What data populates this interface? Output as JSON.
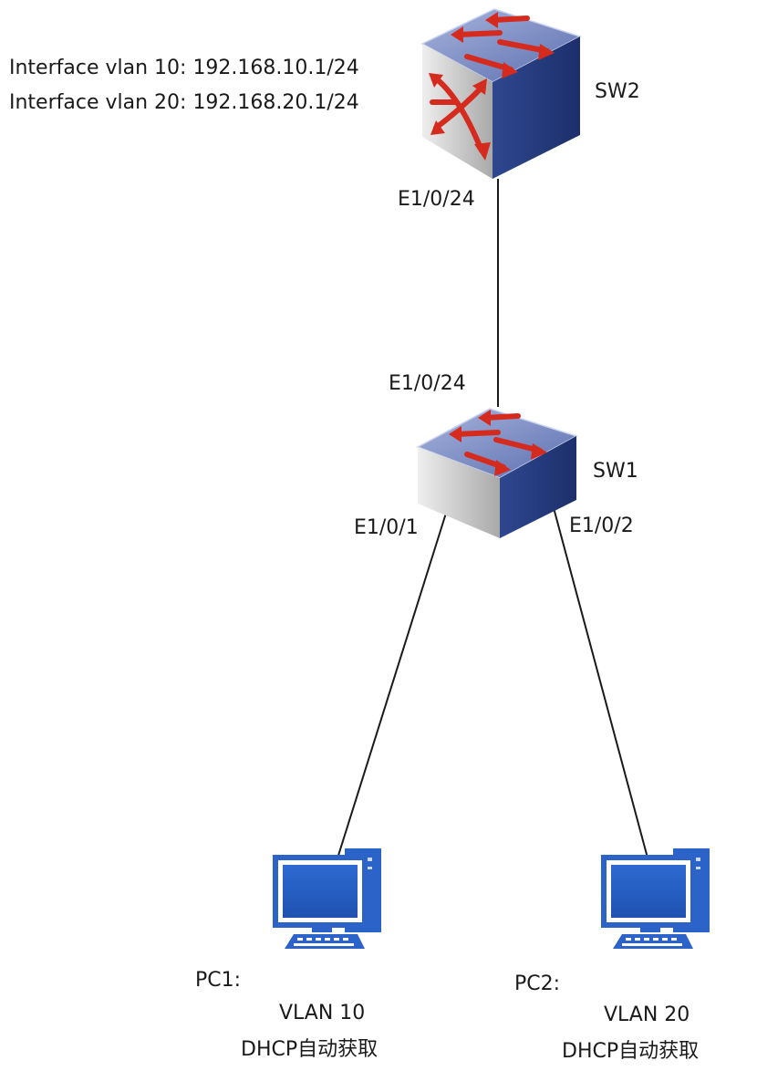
{
  "sw2": {
    "name": "SW2",
    "port": "E1/0/24",
    "interfaces": [
      "Interface vlan 10: 192.168.10.1/24",
      "Interface vlan 20: 192.168.20.1/24"
    ]
  },
  "sw1": {
    "name": "SW1",
    "uplink_port": "E1/0/24",
    "port_pc1": "E1/0/1",
    "port_pc2": "E1/0/2"
  },
  "pc1": {
    "name": "PC1:",
    "vlan": "VLAN 10",
    "dhcp": "DHCP自动获取"
  },
  "pc2": {
    "name": "PC2:",
    "vlan": "VLAN 20",
    "dhcp": "DHCP自动获取"
  },
  "colors": {
    "switch_top": "#7f8fc4",
    "switch_side": "#263d83",
    "switch_front": "#c9c9c9",
    "arrow": "#d42b1e",
    "pc_blue": "#2b63c8",
    "line": "#1a1a1a"
  }
}
